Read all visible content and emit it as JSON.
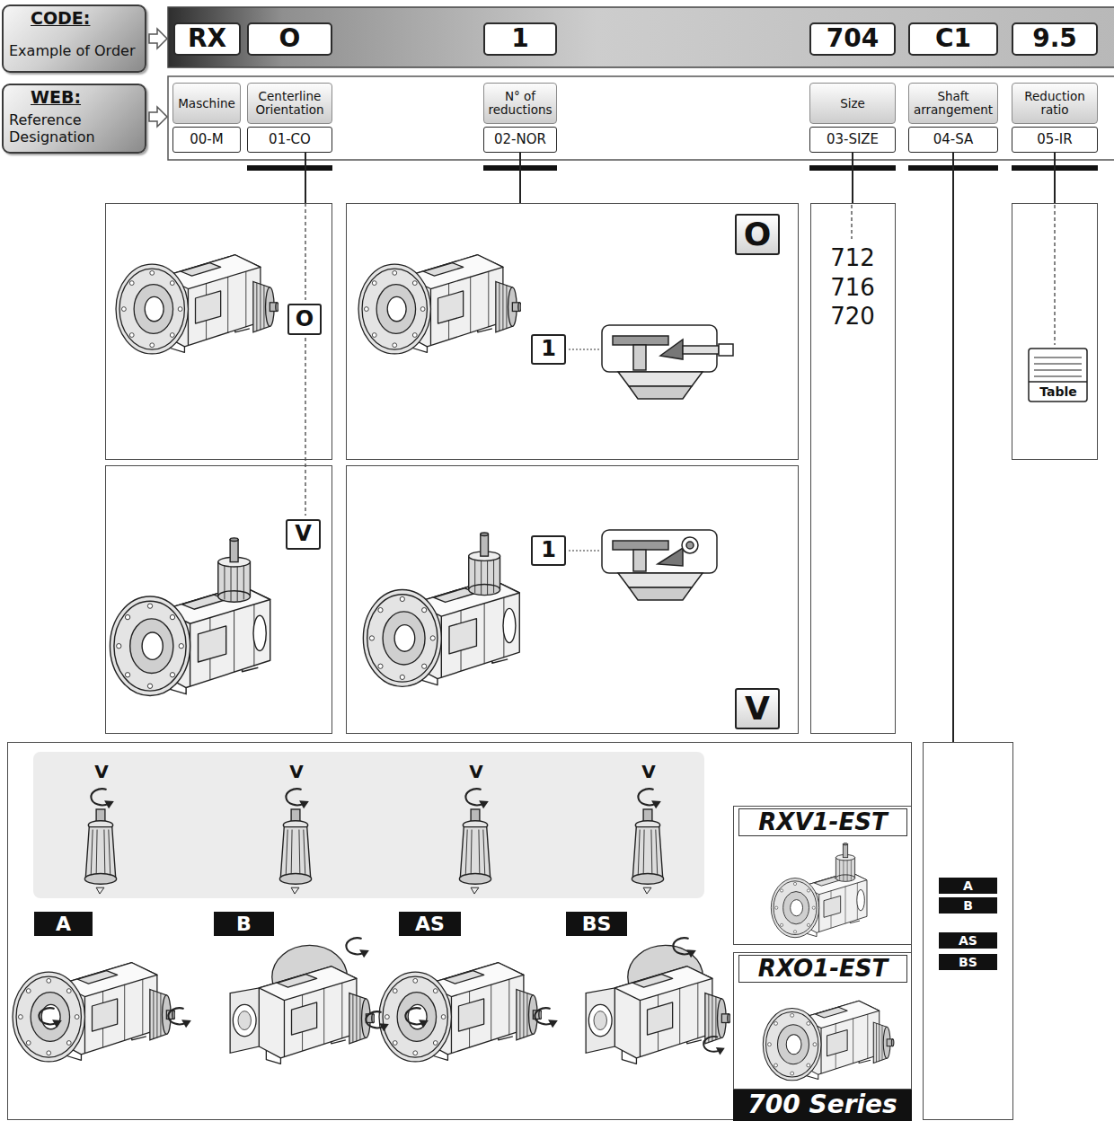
{
  "diagram": {
    "nodes": [
      {
        "text": [
          "CODE:",
          "Example of Order"
        ]
      },
      {
        "text": [
          "WEB:",
          "Reference Designation"
        ]
      },
      {
        "text": [
          "RX"
        ]
      },
      {
        "text": [
          "O"
        ]
      },
      {
        "text": [
          "1"
        ]
      },
      {
        "text": [
          "704"
        ]
      },
      {
        "text": [
          "C1"
        ]
      },
      {
        "text": [
          "9.5"
        ]
      },
      {
        "text": [
          "Maschine"
        ]
      },
      {
        "text": [
          "00-M"
        ]
      },
      {
        "text": [
          "Centerline Orientation"
        ]
      },
      {
        "text": [
          "01-CO"
        ]
      },
      {
        "text": [
          "N° of reductions"
        ]
      },
      {
        "text": [
          "02-NOR"
        ]
      },
      {
        "text": [
          "Size"
        ]
      },
      {
        "text": [
          "03-SIZE"
        ]
      },
      {
        "text": [
          "Shaft arrangement"
        ]
      },
      {
        "text": [
          "04-SA"
        ]
      },
      {
        "text": [
          "Reduction ratio"
        ]
      },
      {
        "text": [
          "05-IR"
        ]
      },
      {
        "text": [
          "O"
        ]
      },
      {
        "text": [
          "O",
          "1"
        ]
      },
      {
        "text": [
          "712",
          "716",
          "720"
        ]
      },
      {
        "text": [
          "Table"
        ]
      },
      {
        "text": [
          "V"
        ]
      },
      {
        "text": [
          "1",
          "V"
        ]
      },
      {
        "text": [
          "A",
          "B",
          "AS",
          "BS"
        ]
      },
      {
        "text": [
          "RXV1-EST"
        ],
        "in": 26
      },
      {
        "text": [
          "RXO1-EST"
        ],
        "in": 26
      },
      {
        "text": [
          "700 Series"
        ],
        "in": 26
      },
      {
        "text": [
          "A",
          "B",
          "AS",
          "BS"
        ]
      }
    ],
    "edges": [
      {
        "from": 11,
        "to": 20,
        "arrow": "none"
      },
      {
        "from": 13,
        "to": 21,
        "arrow": "none"
      },
      {
        "from": 15,
        "to": 22,
        "arrow": "none"
      },
      {
        "from": 17,
        "to": 30,
        "arrow": "none"
      },
      {
        "from": 19,
        "to": 23,
        "arrow": "none"
      }
    ],
    "labels": [
      "V",
      "V",
      "V",
      "V"
    ]
  }
}
